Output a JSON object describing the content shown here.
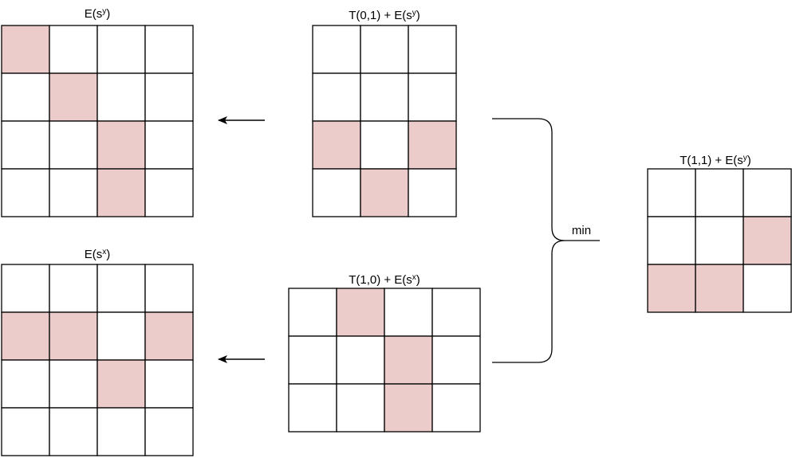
{
  "colors": {
    "highlight": "#eccbcb",
    "line": "#000000",
    "background": "#ffffff"
  },
  "grids": [
    {
      "id": "e-sy",
      "label": {
        "base": "E(s",
        "sup": "y",
        "close": ")"
      },
      "rows": 4,
      "cols": 4,
      "highlighted": [
        [
          0,
          0
        ],
        [
          1,
          1
        ],
        [
          2,
          2
        ],
        [
          3,
          2
        ]
      ]
    },
    {
      "id": "t01-e-sy",
      "label": {
        "base": "T(0,1) + E(s",
        "sup": "y",
        "close": ")"
      },
      "rows": 4,
      "cols": 3,
      "highlighted": [
        [
          2,
          0
        ],
        [
          2,
          2
        ],
        [
          3,
          1
        ]
      ]
    },
    {
      "id": "e-sx",
      "label": {
        "base": "E(s",
        "sup": "x",
        "close": ")"
      },
      "rows": 4,
      "cols": 4,
      "highlighted": [
        [
          1,
          0
        ],
        [
          1,
          1
        ],
        [
          1,
          3
        ],
        [
          2,
          2
        ]
      ]
    },
    {
      "id": "t10-e-sx",
      "label": {
        "base": "T(1,0) + E(s",
        "sup": "x",
        "close": ")"
      },
      "rows": 3,
      "cols": 4,
      "highlighted": [
        [
          0,
          1
        ],
        [
          1,
          2
        ],
        [
          2,
          2
        ]
      ]
    },
    {
      "id": "t11-e-sy",
      "label": {
        "base": "T(1,1) + E(s",
        "sup": "y",
        "close": ")"
      },
      "rows": 3,
      "cols": 3,
      "highlighted": [
        [
          1,
          2
        ],
        [
          2,
          0
        ],
        [
          2,
          1
        ]
      ]
    }
  ],
  "brace": {
    "label": "min"
  }
}
